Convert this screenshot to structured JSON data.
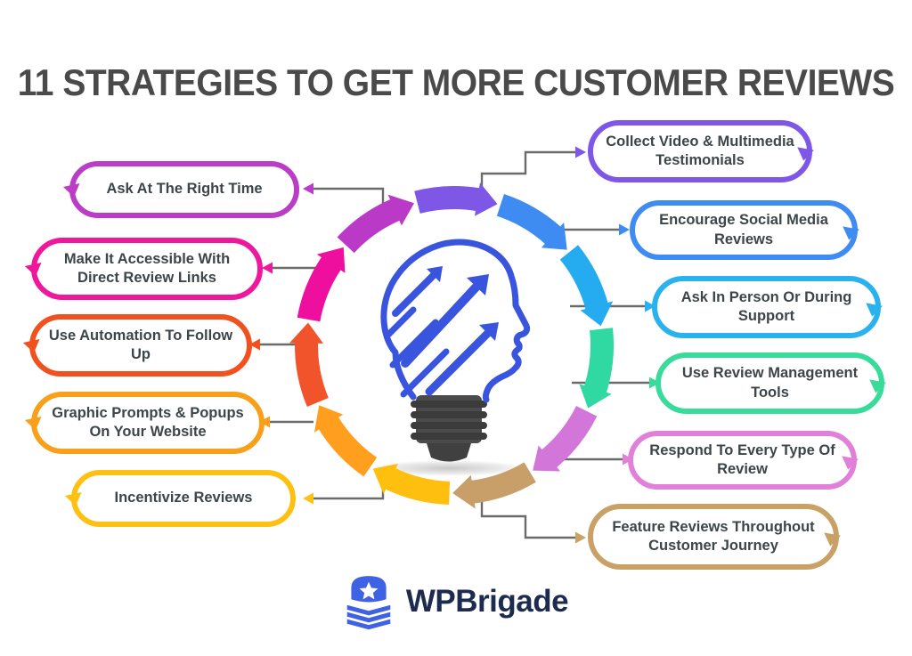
{
  "title": "11 STRATEGIES TO GET MORE CUSTOMER REVIEWS",
  "strategies": {
    "left": [
      {
        "label": "Ask At The Right Time",
        "color": "#bb3cc6"
      },
      {
        "label": "Make It Accessible With Direct Review Links",
        "color": "#ee189c"
      },
      {
        "label": "Use Automation To Follow Up",
        "color": "#f1511f"
      },
      {
        "label": "Graphic Prompts & Popups On Your Website",
        "color": "#f9a01b"
      },
      {
        "label": "Incentivize Reviews",
        "color": "#fdc013"
      }
    ],
    "right": [
      {
        "label": "Collect Video & Multimedia Testimonials",
        "color": "#7e57e8"
      },
      {
        "label": "Encourage Social Media Reviews",
        "color": "#3e8cf2"
      },
      {
        "label": "Ask In Person Or During Support",
        "color": "#29b2ee"
      },
      {
        "label": "Use Review Management Tools",
        "color": "#38db9a"
      },
      {
        "label": "Respond To Every Type Of Review",
        "color": "#e080d8"
      },
      {
        "label": "Feature Reviews Throughout Customer Journey",
        "color": "#c9a167"
      }
    ]
  },
  "ring_colors": [
    "#7f57e6",
    "#3e8cf2",
    "#25acf0",
    "#30d9a2",
    "#d276da",
    "#c89e69",
    "#ffbf0e",
    "#ff9f1d",
    "#f1532b",
    "#ef0f9e",
    "#bb39c7"
  ],
  "connector_color": "#6b6b6b",
  "illustration": {
    "name": "lightbulb-head",
    "outline_color": "#3a55dd",
    "base_color": "#4b4b4b"
  },
  "logo": {
    "text": "WPBrigade",
    "icon": "brigade-cap-icon",
    "icon_color": "#3f62e4",
    "text_color": "#1c2b4e"
  }
}
